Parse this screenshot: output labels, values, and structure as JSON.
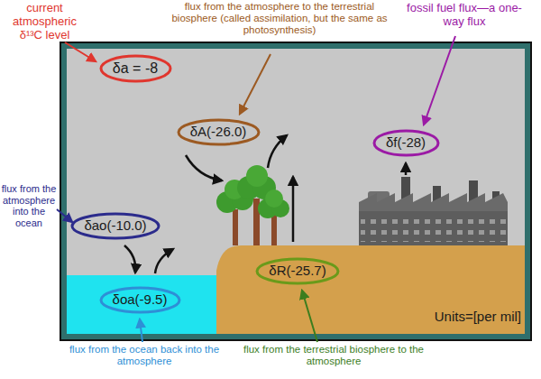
{
  "diagram": {
    "nodes": [
      {
        "text": [
          "δa = -8"
        ]
      },
      {
        "text": [
          "δA(-26.0)"
        ]
      },
      {
        "text": [
          "δf(-28)"
        ]
      },
      {
        "text": [
          "δao(-10.0)"
        ]
      },
      {
        "text": [
          "δR(-25.7)"
        ]
      },
      {
        "text": [
          "δoa(-9.5)"
        ]
      }
    ],
    "labels": [
      "current atmospheric δ¹³C level",
      "flux from the atmosphere to the terrestrial biosphere (called assimilation, but the same as photosynthesis)",
      "fossil fuel flux—a one-way flux",
      "flux from the atmosphere into the ocean",
      "flux from the ocean back into the atmosphere",
      "flux from the terrestrial biosphere to the atmosphere",
      "Units=[per mil]"
    ]
  }
}
